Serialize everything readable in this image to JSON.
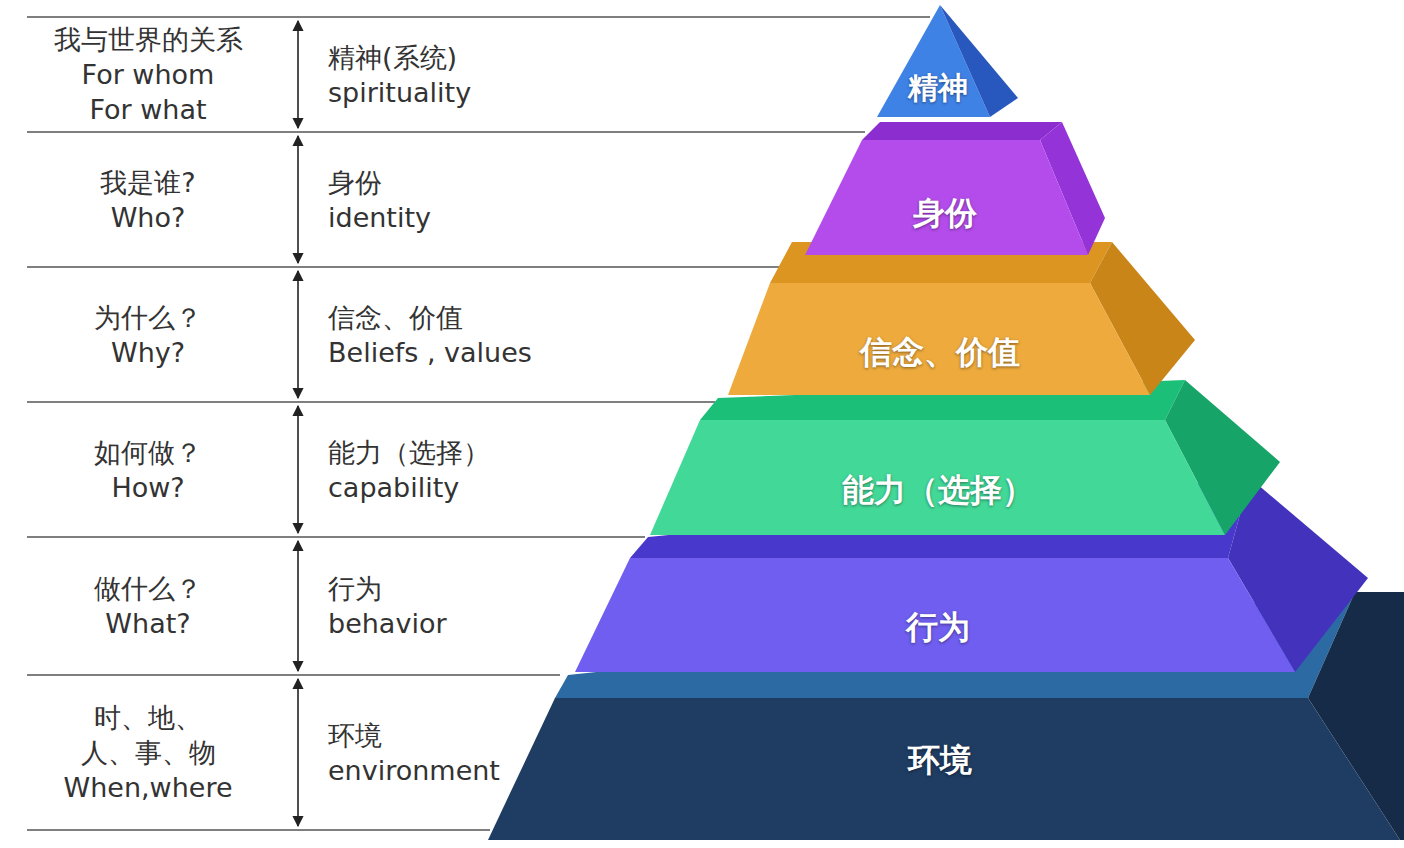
{
  "diagram": {
    "nodes": [
      {
        "text": [
          "精神"
        ]
      },
      {
        "text": [
          "身份"
        ]
      },
      {
        "text": [
          "信念、价值"
        ]
      },
      {
        "text": [
          "能力（选择）"
        ]
      },
      {
        "text": [
          "行为"
        ]
      },
      {
        "text": [
          "环境"
        ]
      }
    ],
    "labels": [
      "我与世界的关系",
      "For whom",
      "For what",
      "精神(系统)",
      "spirituality",
      "我是谁?",
      "Who?",
      "身份",
      "identity",
      "为什么？",
      "Why?",
      "信念、价值",
      "Beliefs , values",
      "如何做？",
      "How?",
      "能力（选择）",
      "capability",
      "做什么？",
      "What?",
      "行为",
      "behavior",
      "时、地、 人、事、物",
      "When,where",
      "环境",
      "environment"
    ]
  }
}
